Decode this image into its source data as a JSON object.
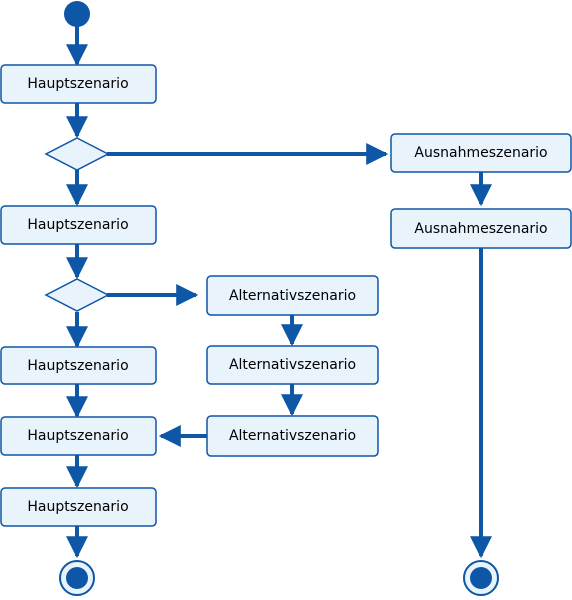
{
  "colors": {
    "stroke": "#0d57a6",
    "fill": "#e8f3fc",
    "dot": "#0d57a6",
    "text": "#000000"
  },
  "labels": {
    "main": "Hauptszenario",
    "alternative": "Alternativszenario",
    "exception": "Ausnahmeszenario"
  }
}
